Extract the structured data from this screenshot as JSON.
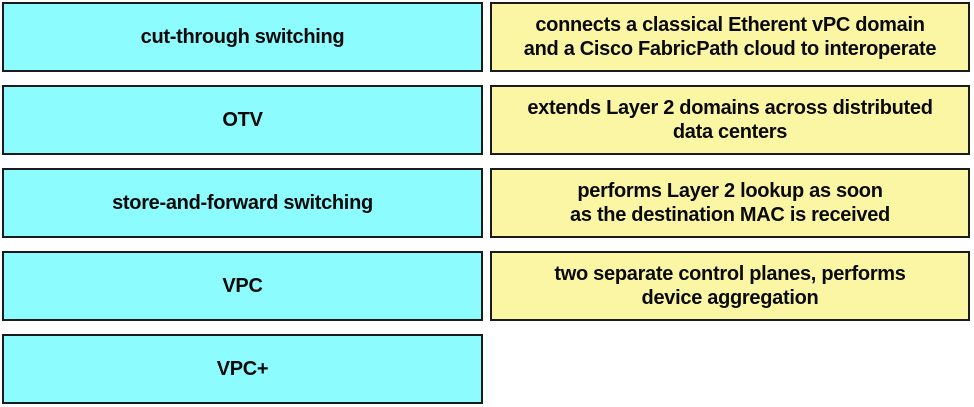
{
  "colors": {
    "term_fill": "#8CFCFE",
    "definition_fill": "#FBF6A4",
    "border": "#1B1B1B",
    "text": "#0A0A0A",
    "background": "#FFFFFF"
  },
  "rows": [
    {
      "term": "cut-through switching",
      "definition_line1": "connects a classical Etherent vPC domain",
      "definition_line2": "and a Cisco FabricPath cloud to interoperate"
    },
    {
      "term": "OTV",
      "definition_line1": "extends Layer 2 domains across distributed",
      "definition_line2": "data centers"
    },
    {
      "term": "store-and-forward switching",
      "definition_line1": "performs Layer 2 lookup as soon",
      "definition_line2": "as the destination MAC is received"
    },
    {
      "term": "VPC",
      "definition_line1": "two separate control planes, performs",
      "definition_line2": "device aggregation"
    },
    {
      "term": "VPC+"
    }
  ]
}
